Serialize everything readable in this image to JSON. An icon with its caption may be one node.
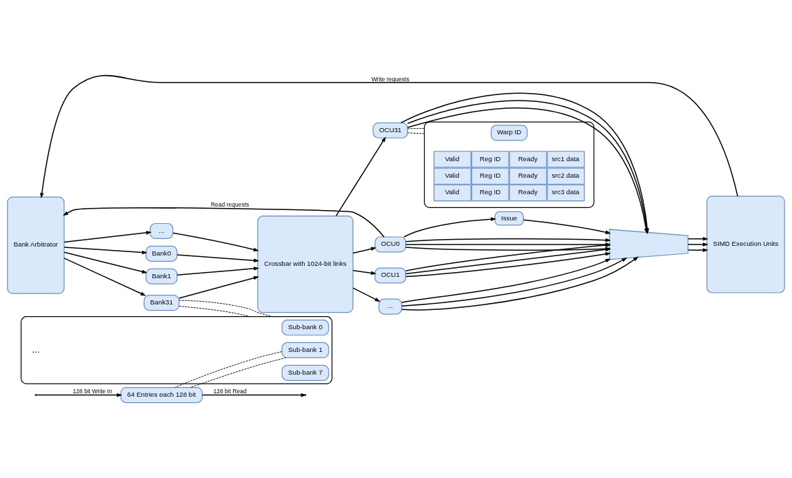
{
  "diagram": {
    "nodes": [
      {
        "text": [
          "Bank Arbitrator"
        ]
      },
      {
        "text": [
          "Bank0"
        ]
      },
      {
        "text": [
          "Bank1"
        ]
      },
      {
        "text": [
          "..."
        ]
      },
      {
        "text": [
          "Bank31"
        ]
      },
      {
        "text": [
          "Crossbar with 1024-bit links"
        ]
      },
      {
        "text": [
          "OCU0"
        ]
      },
      {
        "text": [
          "OCU1"
        ]
      },
      {
        "text": [
          "..."
        ]
      },
      {
        "text": [
          "OCU31"
        ]
      },
      {
        "text": [
          "Issue"
        ]
      },
      {
        "text": [],
        "shape": "trapezoid"
      },
      {
        "text": [
          "SIMD Execution Units"
        ]
      },
      {
        "text": [],
        "shape": "box"
      },
      {
        "text": [
          "Sub-bank 0"
        ],
        "in": 13
      },
      {
        "text": [
          "Sub-bank 1"
        ],
        "in": 13
      },
      {
        "text": [
          "Sub-bank 7"
        ],
        "in": 13
      },
      {
        "text": [
          "64 Entries each 128 bit"
        ]
      },
      {
        "text": [],
        "shape": "box"
      },
      {
        "text": [
          "Warp ID"
        ],
        "in": 18
      }
    ],
    "edges": [
      {
        "from": 0,
        "to": 1,
        "arrow": "to"
      },
      {
        "from": 0,
        "to": 2,
        "arrow": "to"
      },
      {
        "from": 0,
        "to": 3,
        "arrow": "to"
      },
      {
        "from": 0,
        "to": 4,
        "arrow": "to"
      },
      {
        "from": 1,
        "to": 5,
        "arrow": "to"
      },
      {
        "from": 2,
        "to": 5,
        "arrow": "to"
      },
      {
        "from": 3,
        "to": 5,
        "arrow": "to"
      },
      {
        "from": 4,
        "to": 5,
        "arrow": "to"
      },
      {
        "from": 5,
        "to": 6,
        "arrow": "to"
      },
      {
        "from": 5,
        "to": 7,
        "arrow": "to"
      },
      {
        "from": 5,
        "to": 8,
        "arrow": "to"
      },
      {
        "from": 5,
        "to": 9,
        "arrow": "to"
      },
      {
        "from": 6,
        "to": 11,
        "arrow": "to"
      },
      {
        "from": 6,
        "to": 11,
        "arrow": "to"
      },
      {
        "from": 6,
        "to": 11,
        "arrow": "to"
      },
      {
        "from": 7,
        "to": 11,
        "arrow": "to"
      },
      {
        "from": 7,
        "to": 11,
        "arrow": "to"
      },
      {
        "from": 7,
        "to": 11,
        "arrow": "to"
      },
      {
        "from": 8,
        "to": 11,
        "arrow": "to"
      },
      {
        "from": 8,
        "to": 11,
        "arrow": "to"
      },
      {
        "from": 8,
        "to": 11,
        "arrow": "to"
      },
      {
        "from": 9,
        "to": 11,
        "arrow": "to"
      },
      {
        "from": 9,
        "to": 11,
        "arrow": "to"
      },
      {
        "from": 9,
        "to": 11,
        "arrow": "to"
      },
      {
        "from": 11,
        "to": 12,
        "arrow": "to"
      },
      {
        "from": 11,
        "to": 12,
        "arrow": "to"
      },
      {
        "from": 11,
        "to": 12,
        "arrow": "to"
      },
      {
        "from": 6,
        "to": 10,
        "arrow": "to"
      },
      {
        "from": 10,
        "to": 11,
        "arrow": "to"
      },
      {
        "from": 6,
        "to": 0,
        "arrow": "to",
        "label": "Read requests"
      },
      {
        "from": 12,
        "to": 0,
        "arrow": "to",
        "label": "Write requests"
      },
      {
        "from": 4,
        "to": 13,
        "arrow": "none",
        "style": "dashed"
      },
      {
        "from": 4,
        "to": 13,
        "arrow": "none",
        "style": "dashed"
      },
      {
        "from": 15,
        "to": 17,
        "arrow": "none",
        "style": "dashed"
      },
      {
        "from": 15,
        "to": 17,
        "arrow": "none",
        "style": "dashed"
      },
      {
        "from": 17,
        "to": null,
        "arrow": "to",
        "label": "128 bit Read"
      },
      {
        "from": null,
        "to": 17,
        "arrow": "to",
        "label": "128 bit Write In"
      },
      {
        "from": 9,
        "to": 18,
        "arrow": "none",
        "style": "dashed"
      },
      {
        "from": 9,
        "to": 18,
        "arrow": "none",
        "style": "dashed"
      }
    ],
    "labels": [
      "...",
      "Valid",
      "Reg ID",
      "Ready",
      "src1 data",
      "Valid",
      "Reg ID",
      "Ready",
      "src2 data",
      "Valid",
      "Reg ID",
      "Ready",
      "src3 data"
    ]
  }
}
